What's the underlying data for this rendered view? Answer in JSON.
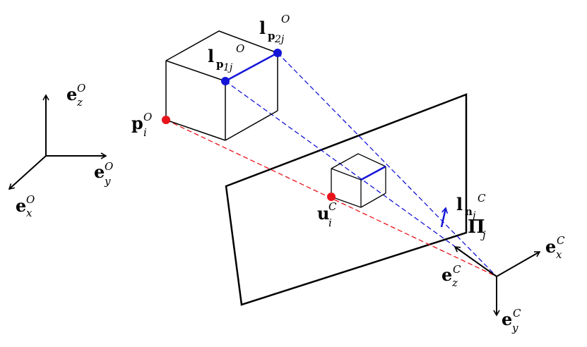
{
  "colors": {
    "ink": "#000000",
    "point_red": "#e8131b",
    "line_blue": "#1515d8"
  },
  "labels": {
    "object_frame": {
      "z": {
        "base": "e",
        "sub": "z",
        "sup": "O"
      },
      "y": {
        "base": "e",
        "sub": "y",
        "sup": "O"
      },
      "x": {
        "base": "e",
        "sub": "x",
        "sup": "O"
      }
    },
    "camera_frame": {
      "x": {
        "base": "e",
        "sub": "x",
        "sup": "C"
      },
      "z": {
        "base": "e",
        "sub": "z",
        "sup": "C"
      },
      "y": {
        "base": "e",
        "sub": "y",
        "sup": "C"
      }
    },
    "point_3d": {
      "base": "p",
      "sub": "i",
      "sup": "O"
    },
    "point_2d": {
      "base": "u",
      "sub": "i",
      "sup": "C"
    },
    "line_p1": {
      "base": "l",
      "sub_bold": "p",
      "sub2": "1j",
      "sup": "O"
    },
    "line_p2": {
      "base": "l",
      "sub_bold": "p",
      "sub2": "2j",
      "sup": "O"
    },
    "line_normal": {
      "base": "l",
      "sub_bold": "n",
      "sub2": "j",
      "sup": "C"
    },
    "plane": {
      "base": "Π",
      "sub": "j"
    }
  }
}
